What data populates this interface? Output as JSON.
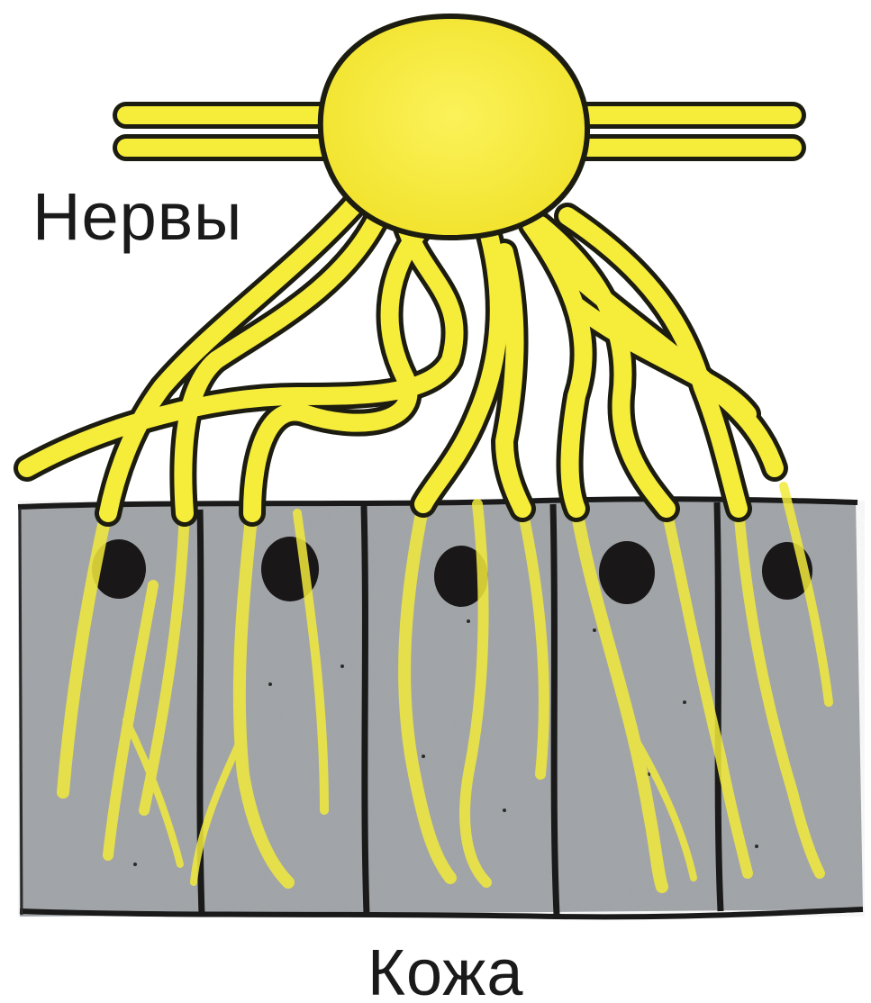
{
  "labels": {
    "nerves": "Нервы",
    "skin": "Кожа"
  },
  "colors": {
    "nerve_fill": "#f6ec3a",
    "nerve_outline": "#1c1c10",
    "skin_cell": "#9fa3a6",
    "cell_border": "#1a1a1a",
    "nucleus": "#191717",
    "background": "#ffffff"
  },
  "diagram": {
    "skin_cell_count": 5,
    "nucleus_count": 5
  }
}
